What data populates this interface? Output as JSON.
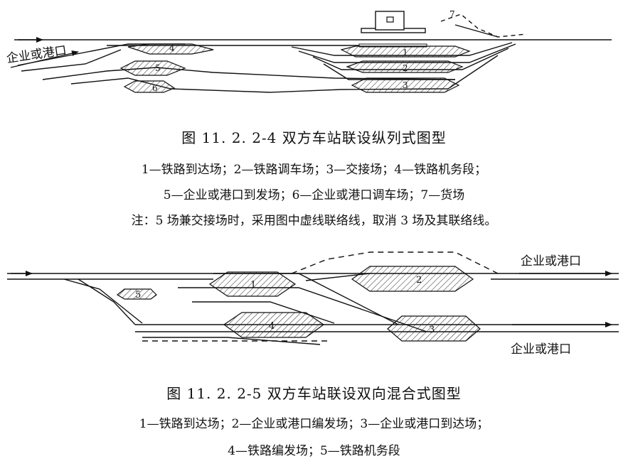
{
  "figure1": {
    "title": "图 11. 2. 2-4    双方车站联设纵列式图型",
    "legend_line1": "1—铁路到达场；2—铁路调车场；3—交接场；4—铁路机务段；",
    "legend_line2": "5—企业或港口到发场；6—企业或港口调车场；7—货场",
    "note": "注：5 场兼交接场时，采用图中虚线联络线，取消 3 场及其联络线。",
    "side_label": "企业或港口",
    "yard_numbers": [
      "1",
      "2",
      "3",
      "4",
      "5",
      "6",
      "7"
    ]
  },
  "figure2": {
    "title": "图 11. 2. 2-5    双方车站联设双向混合式图型",
    "legend_line1": "1—铁路到达场；2—企业或港口编发场；3—企业或港口到达场；",
    "legend_line2": "4—铁路编发场；5—铁路机务段",
    "label_top": "企业或港口",
    "label_bottom": "企业或港口",
    "yard_numbers": [
      "1",
      "2",
      "3",
      "4",
      "5"
    ]
  }
}
